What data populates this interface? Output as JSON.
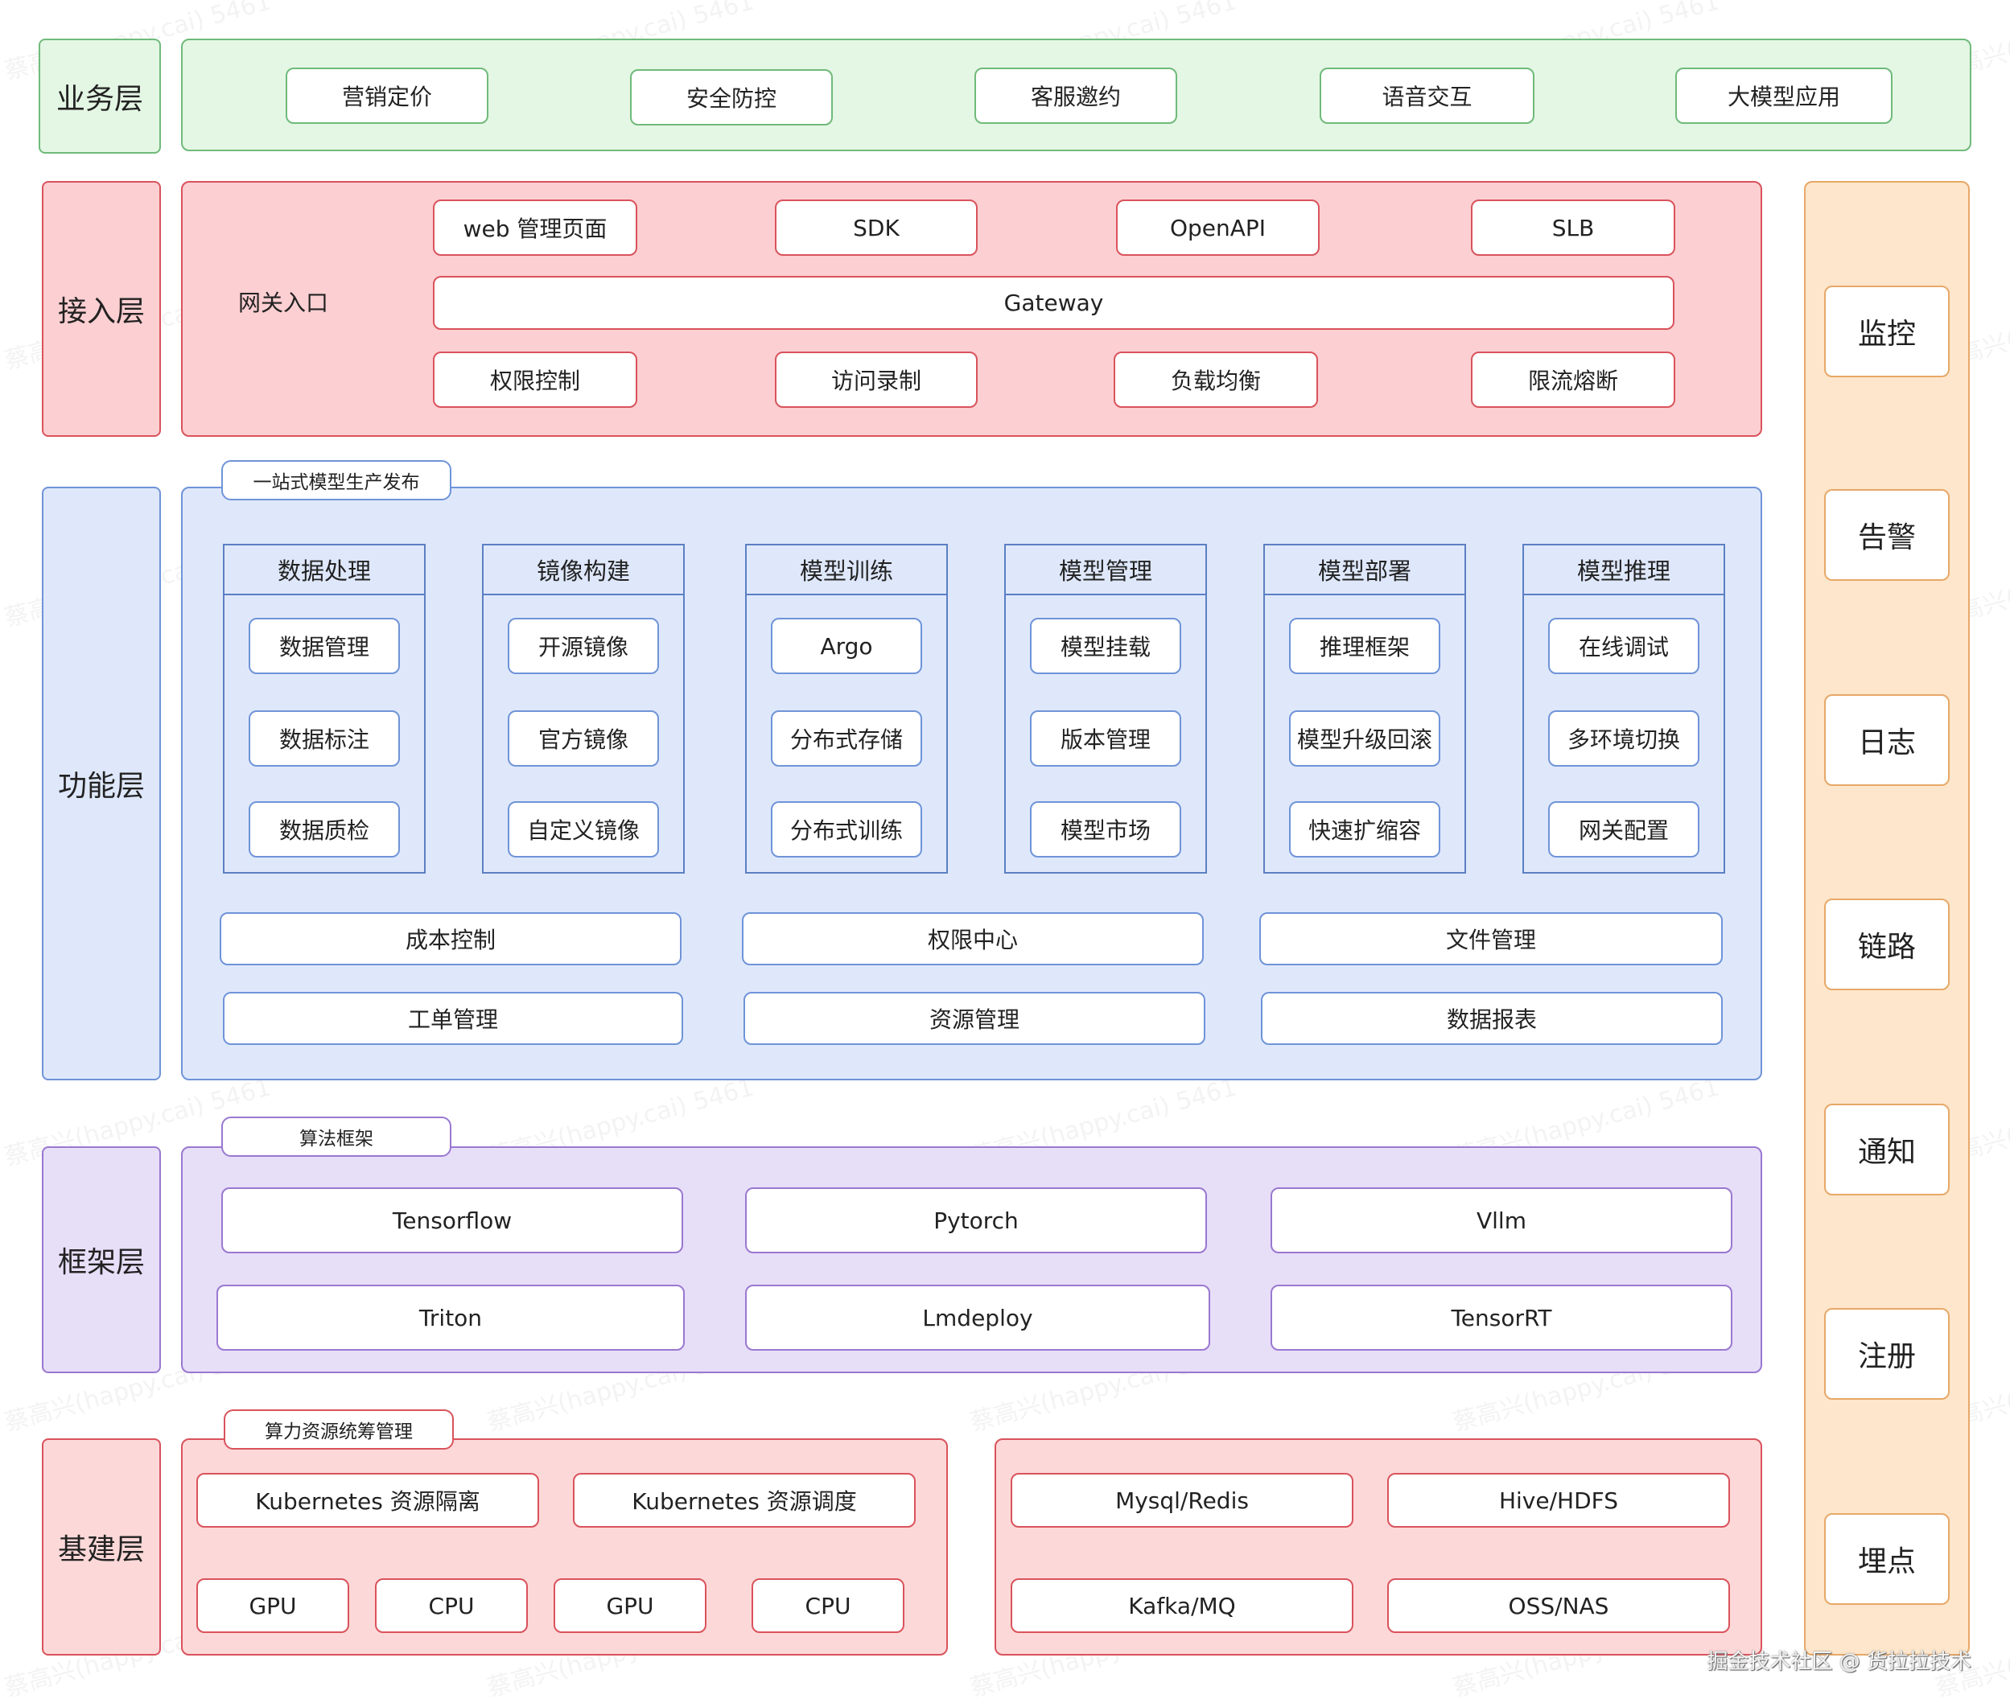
{
  "colors": {
    "business": "#e4f6e4",
    "access": "#fccfd2",
    "function": "#dfe8fb",
    "framework": "#e7def8",
    "infra": "#fdd8d8",
    "ops": "#fde6cb"
  },
  "layers": {
    "business": "业务层",
    "access": "接入层",
    "function": "功能层",
    "framework": "框架层",
    "infra": "基建层"
  },
  "business": {
    "items": [
      "营销定价",
      "安全防控",
      "客服邀约",
      "语音交互",
      "大模型应用"
    ]
  },
  "access": {
    "gateway_entry": "网关入口",
    "top_items": [
      "web 管理页面",
      "SDK",
      "OpenAPI",
      "SLB"
    ],
    "gateway": "Gateway",
    "bottom_items": [
      "权限控制",
      "访问录制",
      "负载均衡",
      "限流熔断"
    ]
  },
  "function": {
    "tab": "一站式模型生产发布",
    "columns": [
      {
        "title": "数据处理",
        "items": [
          "数据管理",
          "数据标注",
          "数据质检"
        ]
      },
      {
        "title": "镜像构建",
        "items": [
          "开源镜像",
          "官方镜像",
          "自定义镜像"
        ]
      },
      {
        "title": "模型训练",
        "items": [
          "Argo",
          "分布式存储",
          "分布式训练"
        ]
      },
      {
        "title": "模型管理",
        "items": [
          "模型挂载",
          "版本管理",
          "模型市场"
        ]
      },
      {
        "title": "模型部署",
        "items": [
          "推理框架",
          "模型升级回滚",
          "快速扩缩容"
        ]
      },
      {
        "title": "模型推理",
        "items": [
          "在线调试",
          "多环境切换",
          "网关配置"
        ]
      }
    ],
    "row1": [
      "成本控制",
      "权限中心",
      "文件管理"
    ],
    "row2": [
      "工单管理",
      "资源管理",
      "数据报表"
    ]
  },
  "framework": {
    "tab": "算法框架",
    "row1": [
      "Tensorflow",
      "Pytorch",
      "Vllm"
    ],
    "row2": [
      "Triton",
      "Lmdeploy",
      "TensorRT"
    ]
  },
  "infra": {
    "tab": "算力资源统筹管理",
    "k8s": [
      "Kubernetes 资源隔离",
      "Kubernetes 资源调度"
    ],
    "compute": [
      "GPU",
      "CPU",
      "GPU",
      "CPU"
    ],
    "storage_row1": [
      "Mysql/Redis",
      "Hive/HDFS"
    ],
    "storage_row2": [
      "Kafka/MQ",
      "OSS/NAS"
    ]
  },
  "ops": {
    "items": [
      "监控",
      "告警",
      "日志",
      "链路",
      "通知",
      "注册",
      "埋点"
    ]
  },
  "footer": "掘金技术社区 @ 货拉拉技术",
  "watermark": "蔡高兴(happy.cai) 5461"
}
